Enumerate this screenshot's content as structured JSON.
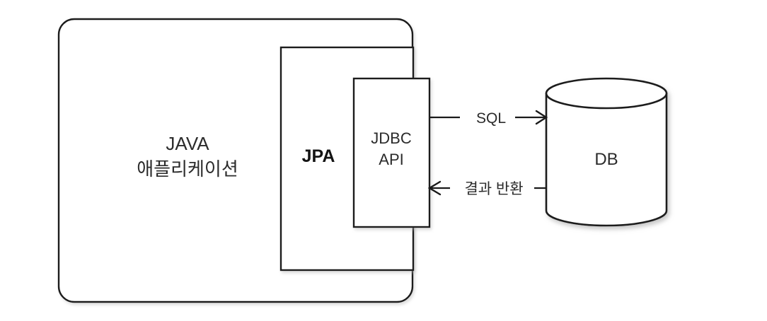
{
  "diagram": {
    "title": "JPA and JDBC API layering with database",
    "background_color": "#ffffff",
    "stroke_color": "#1a1a1a",
    "text_color": "#2b2b2b",
    "boxes": {
      "java_app": {
        "label_line1": "JAVA",
        "label_line2": "애플리케이션",
        "shape": "rounded-rectangle"
      },
      "jpa": {
        "label": "JPA",
        "shape": "rectangle"
      },
      "jdbc_api": {
        "label_line1": "JDBC",
        "label_line2": "API",
        "shape": "rectangle"
      },
      "database": {
        "label": "DB",
        "shape": "cylinder"
      }
    },
    "connectors": [
      {
        "id": "sql",
        "label": "SQL",
        "from": "jdbc_api",
        "to": "database",
        "direction": "right"
      },
      {
        "id": "result",
        "label": "결과 반환",
        "from": "database",
        "to": "jdbc_api",
        "direction": "left"
      }
    ]
  }
}
